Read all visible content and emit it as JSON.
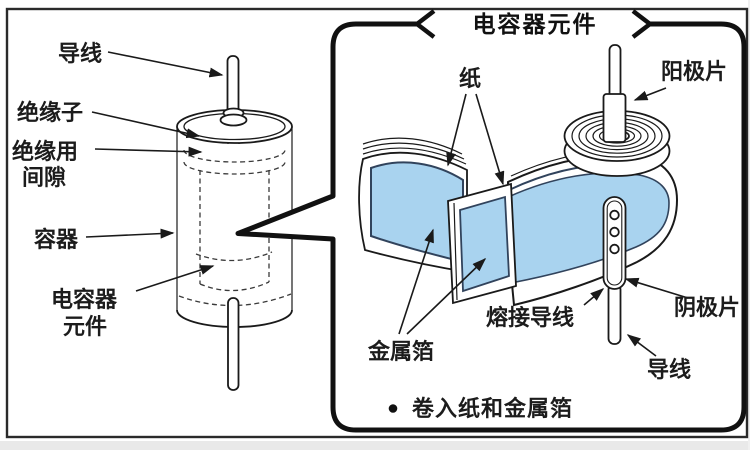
{
  "figure": {
    "title": "电容器元件",
    "bullet_note": "卷入纸和金属箔"
  },
  "cylinder_labels": {
    "lead_wire": "导线",
    "insulator": "绝缘子",
    "insulation_gap_line1": "绝缘用",
    "insulation_gap_line2": "间隙",
    "container": "容器",
    "element_line1": "电容器",
    "element_line2": "元件"
  },
  "detail_labels": {
    "paper": "纸",
    "anode_tab": "阳极片",
    "welded_lead": "熔接导线",
    "cathode_tab": "阴极片",
    "lead_wire": "导线",
    "metal_foil": "金属箔"
  },
  "colors": {
    "foil_blue": "#a9d3ef",
    "foil_edge": "#31435c",
    "ink": "#1a1a1a"
  }
}
